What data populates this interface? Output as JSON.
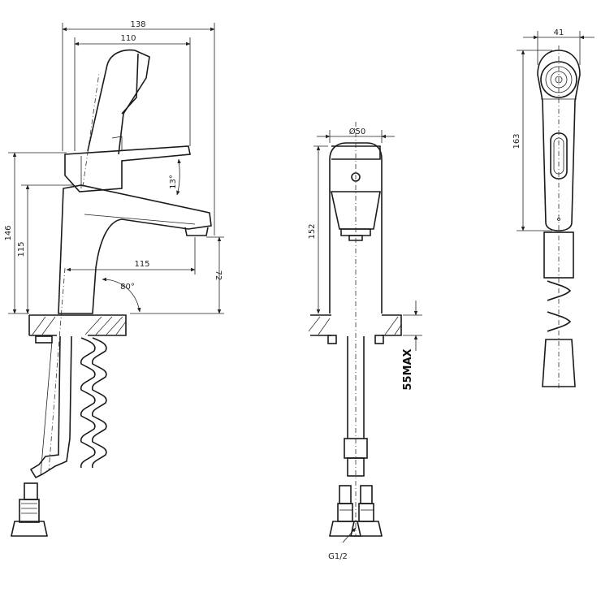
{
  "dimensions": {
    "overall_width": "138",
    "spout_reach_top": "110",
    "lever_angle": "13°",
    "total_height": "146",
    "body_height": "115",
    "spout_projection": "115",
    "outlet_height": "72",
    "base_angle": "80°",
    "body_diameter": "Ø50",
    "front_height": "152",
    "max_counter_thickness": "55MAX",
    "connection_thread": "G1/2",
    "handshower_width": "41",
    "handshower_length": "163"
  }
}
